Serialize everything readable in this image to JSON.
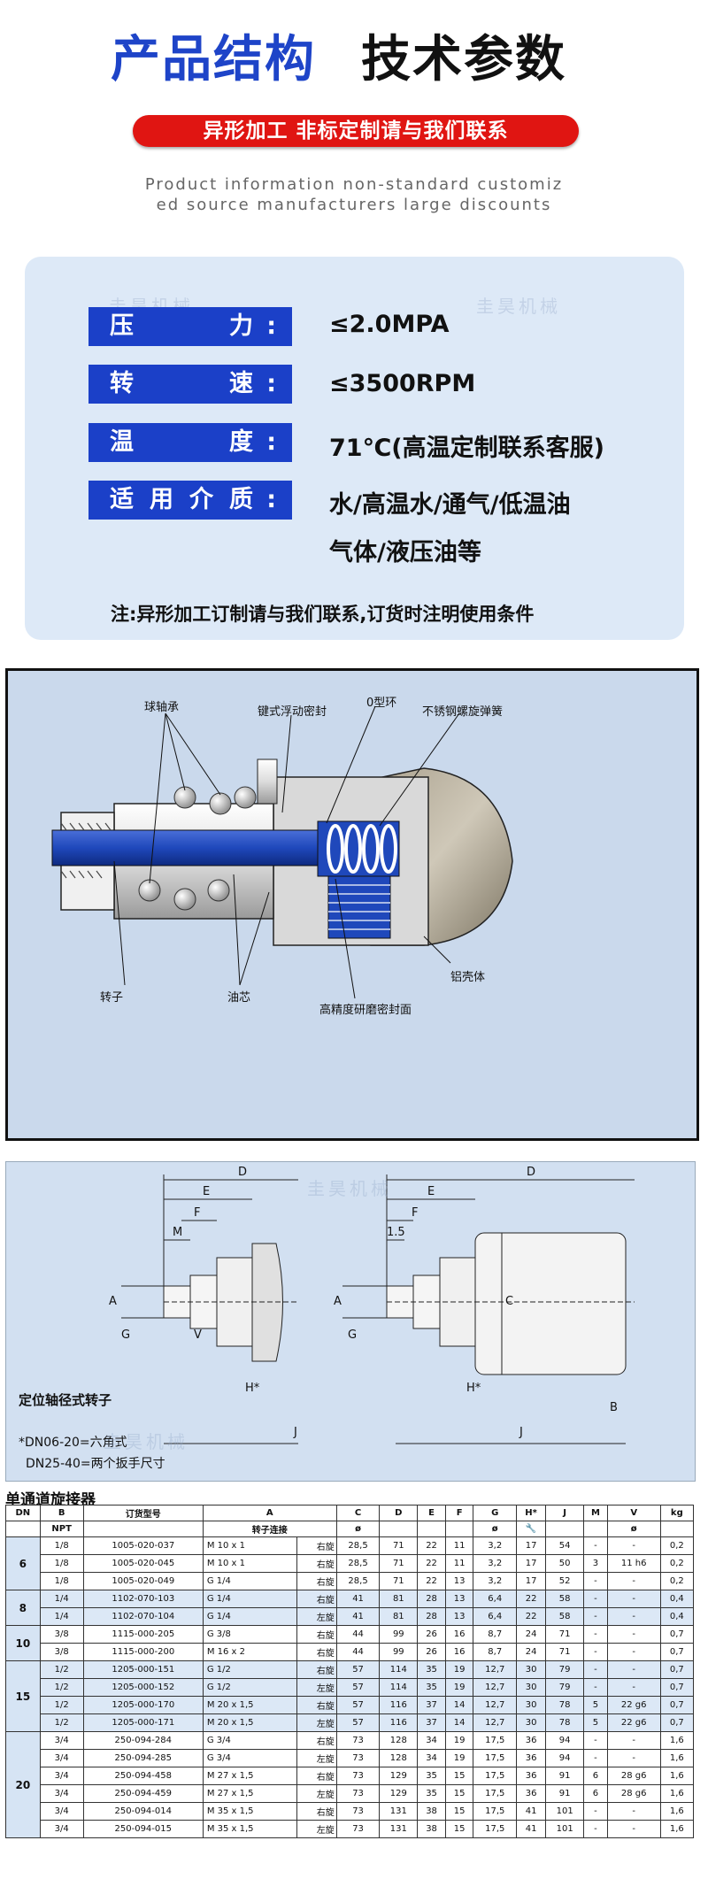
{
  "header": {
    "title_left": "产品结构",
    "title_right": "技术参数",
    "banner": "异形加工 非标定制请与我们联系",
    "subtitle_line1": "Product information non-standard customiz",
    "subtitle_line2": "ed source manufacturers large discounts"
  },
  "specs": [
    {
      "label": "压 力",
      "value": "≤2.0MPA"
    },
    {
      "label": "转 速",
      "value": "≤3500RPM"
    },
    {
      "label": "温 度",
      "value": "71℃(高温定制联系客服)"
    },
    {
      "label": "适用介质",
      "value": "水/高温水/通气/低温油",
      "value2": "气体/液压油等"
    }
  ],
  "colon": ":",
  "note": "注:异形加工订制请与我们联系,订货时注明使用条件",
  "watermark": "圭昊机械",
  "diagram1": {
    "labels": {
      "ball_bearing": "球轴承",
      "key_seal": "键式浮动密封",
      "o_ring": "0型环",
      "spring": "不锈钢螺旋弹簧",
      "rotor": "转子",
      "oil_core": "油芯",
      "precision_seal": "高精度研磨密封面",
      "aluminum_shell": "铝壳体"
    }
  },
  "diagram2": {
    "dims": {
      "D": "D",
      "E": "E",
      "F": "F",
      "M": "M",
      "A": "A",
      "G": "G",
      "V": "V",
      "H": "H*",
      "J": "J",
      "C": "C",
      "B": "B",
      "d15": "1.5"
    },
    "caption": "定位轴径式转子",
    "note1": "*DN06-20=六角式",
    "note2": "DN25-40=两个扳手尺寸"
  },
  "table": {
    "title": "单通道旋接器",
    "headers": [
      "DN",
      "B",
      "订货型号",
      "A",
      "C",
      "D",
      "E",
      "F",
      "G",
      "H*",
      "J",
      "M",
      "V",
      "kg"
    ],
    "subheaders": [
      "",
      "NPT",
      "",
      "转子连接",
      "ø",
      "",
      "",
      "",
      "ø",
      "🔧",
      "",
      "",
      "ø",
      ""
    ],
    "groups": [
      {
        "dn": "6",
        "rows": [
          [
            "1/8",
            "1005-020-037",
            "M 10 x 1",
            "右旋",
            "28,5",
            "71",
            "22",
            "11",
            "3,2",
            "17",
            "54",
            "-",
            "-",
            "0,2"
          ],
          [
            "1/8",
            "1005-020-045",
            "M 10 x 1",
            "右旋",
            "28,5",
            "71",
            "22",
            "11",
            "3,2",
            "17",
            "50",
            "3",
            "11 h6",
            "0,2"
          ],
          [
            "1/8",
            "1005-020-049",
            "G 1/4",
            "右旋",
            "28,5",
            "71",
            "22",
            "13",
            "3,2",
            "17",
            "52",
            "-",
            "-",
            "0,2"
          ]
        ]
      },
      {
        "dn": "8",
        "rows": [
          [
            "1/4",
            "1102-070-103",
            "G 1/4",
            "右旋",
            "41",
            "81",
            "28",
            "13",
            "6,4",
            "22",
            "58",
            "-",
            "-",
            "0,4"
          ],
          [
            "1/4",
            "1102-070-104",
            "G 1/4",
            "左旋",
            "41",
            "81",
            "28",
            "13",
            "6,4",
            "22",
            "58",
            "-",
            "-",
            "0,4"
          ]
        ]
      },
      {
        "dn": "10",
        "rows": [
          [
            "3/8",
            "1115-000-205",
            "G 3/8",
            "右旋",
            "44",
            "99",
            "26",
            "16",
            "8,7",
            "24",
            "71",
            "-",
            "-",
            "0,7"
          ],
          [
            "3/8",
            "1115-000-200",
            "M 16 x 2",
            "右旋",
            "44",
            "99",
            "26",
            "16",
            "8,7",
            "24",
            "71",
            "-",
            "-",
            "0,7"
          ]
        ]
      },
      {
        "dn": "15",
        "rows": [
          [
            "1/2",
            "1205-000-151",
            "G 1/2",
            "右旋",
            "57",
            "114",
            "35",
            "19",
            "12,7",
            "30",
            "79",
            "-",
            "-",
            "0,7"
          ],
          [
            "1/2",
            "1205-000-152",
            "G 1/2",
            "左旋",
            "57",
            "114",
            "35",
            "19",
            "12,7",
            "30",
            "79",
            "-",
            "-",
            "0,7"
          ],
          [
            "1/2",
            "1205-000-170",
            "M 20 x 1,5",
            "右旋",
            "57",
            "116",
            "37",
            "14",
            "12,7",
            "30",
            "78",
            "5",
            "22 g6",
            "0,7"
          ],
          [
            "1/2",
            "1205-000-171",
            "M 20 x 1,5",
            "左旋",
            "57",
            "116",
            "37",
            "14",
            "12,7",
            "30",
            "78",
            "5",
            "22 g6",
            "0,7"
          ]
        ]
      },
      {
        "dn": "20",
        "rows": [
          [
            "3/4",
            "250-094-284",
            "G 3/4",
            "右旋",
            "73",
            "128",
            "34",
            "19",
            "17,5",
            "36",
            "94",
            "-",
            "-",
            "1,6"
          ],
          [
            "3/4",
            "250-094-285",
            "G 3/4",
            "左旋",
            "73",
            "128",
            "34",
            "19",
            "17,5",
            "36",
            "94",
            "-",
            "-",
            "1,6"
          ],
          [
            "3/4",
            "250-094-458",
            "M 27 x 1,5",
            "右旋",
            "73",
            "129",
            "35",
            "15",
            "17,5",
            "36",
            "91",
            "6",
            "28 g6",
            "1,6"
          ],
          [
            "3/4",
            "250-094-459",
            "M 27 x 1,5",
            "左旋",
            "73",
            "129",
            "35",
            "15",
            "17,5",
            "36",
            "91",
            "6",
            "28 g6",
            "1,6"
          ],
          [
            "3/4",
            "250-094-014",
            "M 35 x 1,5",
            "右旋",
            "73",
            "131",
            "38",
            "15",
            "17,5",
            "41",
            "101",
            "-",
            "-",
            "1,6"
          ],
          [
            "3/4",
            "250-094-015",
            "M 35 x 1,5",
            "左旋",
            "73",
            "131",
            "38",
            "15",
            "17,5",
            "41",
            "101",
            "-",
            "-",
            "1,6"
          ]
        ]
      }
    ]
  }
}
